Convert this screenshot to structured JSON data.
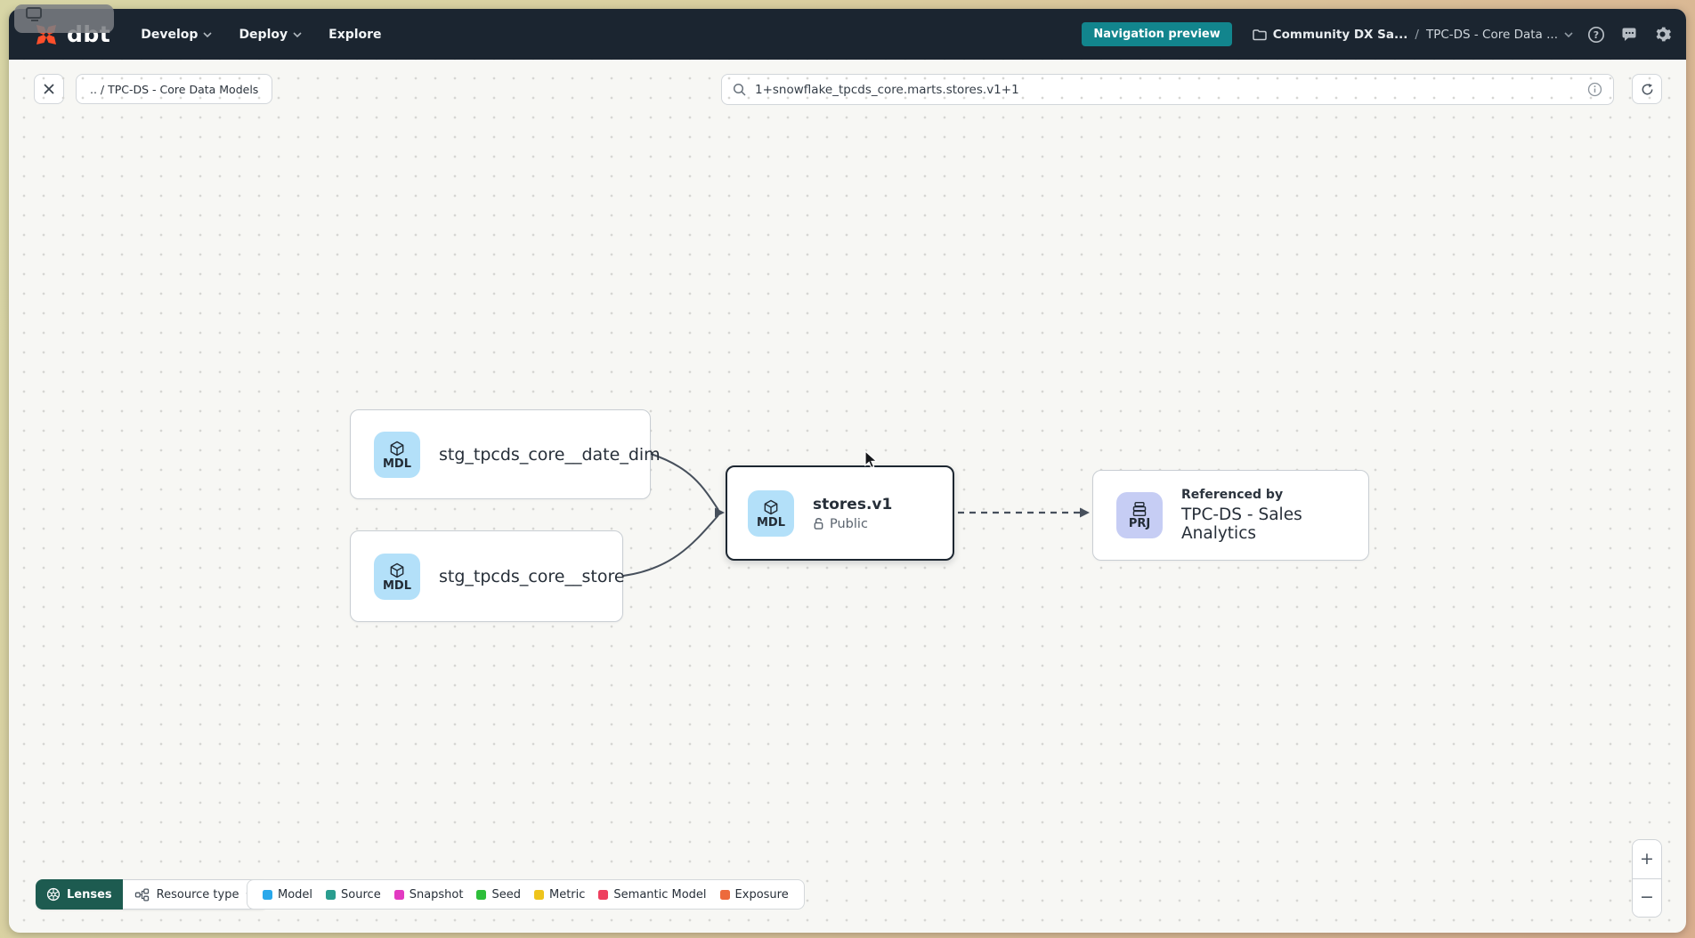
{
  "theme": {
    "navbar_bg": "#1b2530",
    "preview_badge_bg": "#12858d",
    "lenses_bg": "#1d5b50",
    "model_tile_bg": "#b3e0f9",
    "project_tile_bg": "#c6cdf4",
    "brand_orange": "#ff4f2b"
  },
  "navbar": {
    "logo": "dbt",
    "menus": [
      {
        "label": "Develop"
      },
      {
        "label": "Deploy"
      },
      {
        "label": "Explore"
      }
    ],
    "preview_badge": "Navigation preview",
    "breadcrumb": {
      "account": "Community DX Sa...",
      "separator": "/",
      "project": "TPC-DS - Core Data ..."
    }
  },
  "toolbar": {
    "breadcrumb_chip": ".. / TPC-DS - Core Data Models",
    "search_value": "1+snowflake_tpcds_core.marts.stores.v1+1"
  },
  "graph": {
    "nodes": {
      "date_dim": {
        "badge": "MDL",
        "label": "stg_tpcds_core__date_dim"
      },
      "store": {
        "badge": "MDL",
        "label": "stg_tpcds_core__store"
      },
      "stores_v1": {
        "badge": "MDL",
        "title": "stores.v1",
        "access": "Public"
      },
      "project": {
        "badge": "PRJ",
        "kicker": "Referenced by",
        "title": "TPC-DS - Sales Analytics"
      }
    }
  },
  "footer": {
    "lenses": "Lenses",
    "resource_type": "Resource type",
    "legend": [
      {
        "label": "Model",
        "color": "#29a8eb"
      },
      {
        "label": "Source",
        "color": "#2a9d8f"
      },
      {
        "label": "Snapshot",
        "color": "#e23ac1"
      },
      {
        "label": "Seed",
        "color": "#2ebe3a"
      },
      {
        "label": "Metric",
        "color": "#eec41c"
      },
      {
        "label": "Semantic Model",
        "color": "#ee3f5e"
      },
      {
        "label": "Exposure",
        "color": "#ed6a3c"
      }
    ],
    "zoom_in": "+",
    "zoom_out": "−"
  }
}
